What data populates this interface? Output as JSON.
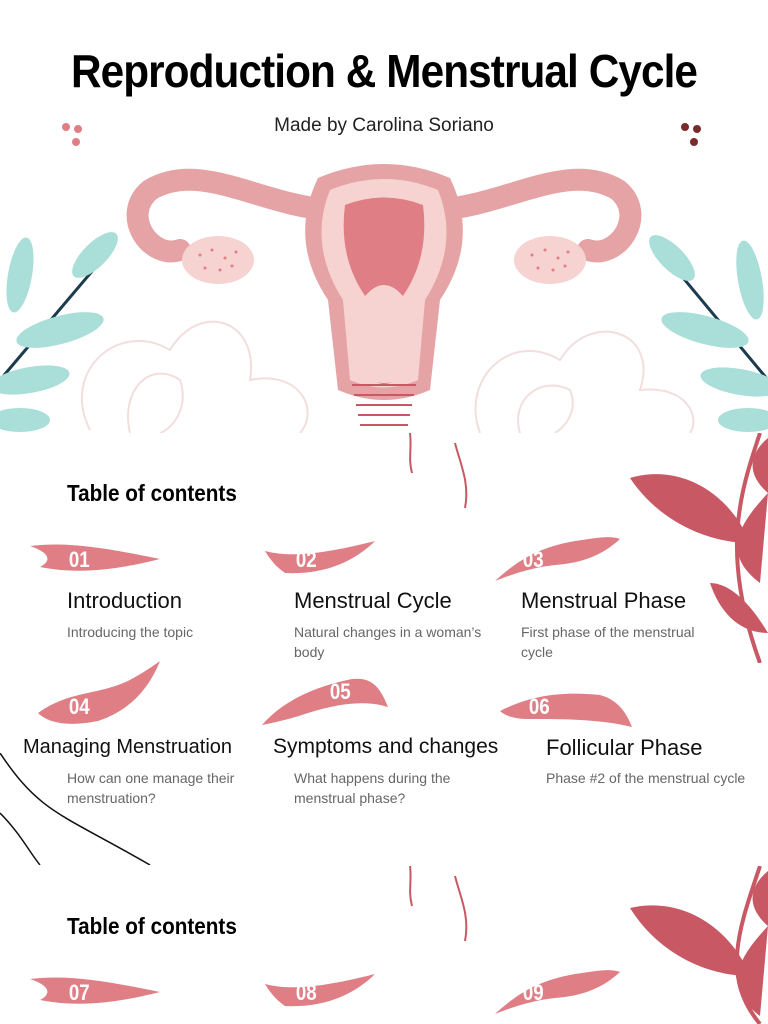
{
  "header": {
    "title": "Reproduction & Menstrual Cycle",
    "subtitle": "Made by Carolina Soriano"
  },
  "colors": {
    "accent_pink": "#e07e86",
    "deep_red": "#c85864",
    "teal_leaf": "#a9ded9",
    "dark_dot": "#7a2a2a"
  },
  "toc1": {
    "heading": "Table of contents",
    "items": [
      {
        "num": "01",
        "title": "Introduction",
        "desc": "Introducing the topic"
      },
      {
        "num": "02",
        "title": "Menstrual Cycle",
        "desc": "Natural changes in a woman’s body"
      },
      {
        "num": "03",
        "title": "Menstrual Phase",
        "desc": "First phase of the menstrual cycle"
      },
      {
        "num": "04",
        "title": "Managing Menstruation",
        "desc": "How can one manage their menstruation?"
      },
      {
        "num": "05",
        "title": "Symptoms and changes",
        "desc": "What happens during the menstrual phase?"
      },
      {
        "num": "06",
        "title": "Follicular Phase",
        "desc": "Phase #2 of the menstrual cycle"
      }
    ]
  },
  "toc2": {
    "heading": "Table of contents",
    "items": [
      {
        "num": "07"
      },
      {
        "num": "08"
      },
      {
        "num": "09"
      }
    ]
  }
}
